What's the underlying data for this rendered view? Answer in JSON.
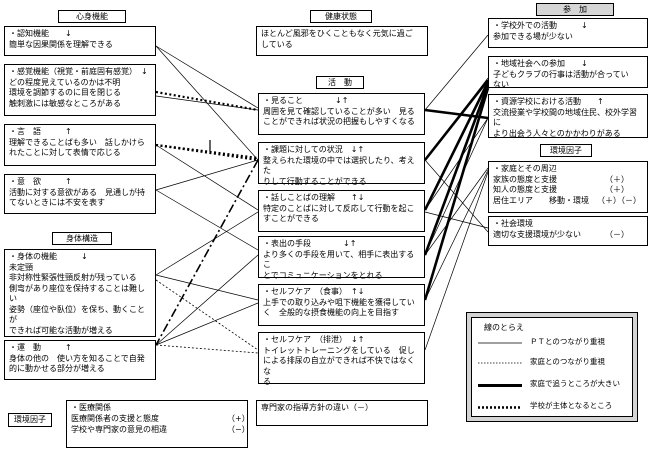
{
  "headers": {
    "mind_body": "心身機能",
    "health": "健康状態",
    "activity": "活　動",
    "participation": "参　加",
    "body_structure": "身体構造",
    "env_factor_right": "環境因子",
    "env_factor_bottom": "環境因子"
  },
  "mind_body_boxes": [
    "・認知機能　　↓\n簡単な因果関係を理解できる",
    "・感覚機能（視覚・前庭固有感覚）　↓\nどの程度見えているのかは不明\n環境を調節するのに目を閉じる\n触刺激には敏感なところがある",
    "・言　語　　　↑\n理解できることばも多い　話しかけら\nれたことに対して表情で応じる",
    "・意　欲　　　↑\n活動に対する意欲がある　見通しが持\nてないときには不安を表す"
  ],
  "body_structure_boxes": [
    "・身体の機能　　　↓\n未定頸\n非対称性緊張性頸反射が残っている\n側弯があり座位を保持することは難し\nい\n姿勢（座位や臥位）を保ち、動くことが\nできれば可能な活動が増える",
    "・運　動　　　↑\n身体の他の　使い方を知ることで自発\n的に動かせる部分が増える"
  ],
  "health_box": "ほとんど風邪をひくこともなく元気に過ご\nしている",
  "activity_boxes": [
    "・見ること　　　　↓↑\n周囲を見て確認していることが多い　見る\nことができれば状況の把握もしやすくなる",
    "・課題に対しての状況　↓↑\n整えられた環境の中では選択したり、考えた\nりして行動することができる",
    "・話しことばの理解　　↑↓\n特定のことばに対して反応して行動を起こ\nすことができる",
    "・表出の手段　　　　↓↑\nより多くの手段を用いて、相手に表出するこ\nとでコミュニケーションをとれる",
    "・セルフケア　（食事）　↑↓\n上手での取り込みや咀下機能を獲得してい\nく　全般的な摂食機能の向上を目指す",
    "・セルフケア　（排泄）　↓↑\nトイレットトレーニングをしている　促し\nによる排尿の自立ができれば不快ではなくな\nる"
  ],
  "participation_boxes": [
    "・学校外での活動　　　↓\n参加できる場が少ない",
    "・地域社会への参加　　↓\n子どもクラブの行事は活動が合ってい\nない",
    "・資源学校における活動　　↑\n交流授業や学校間の地域住民、校外学習に\nより出会う人々とのかかわりがある"
  ],
  "env_right_boxes": [
    {
      "title": "・家庭とその周辺",
      "rows": [
        {
          "label": "家族の態度と支援",
          "value": "（＋）"
        },
        {
          "label": "知人の態度と支援",
          "value": "（＋）"
        },
        {
          "label": "居住エリア　　移動・環境",
          "value": "（＋）（－）"
        }
      ]
    },
    {
      "title": "・社会環境",
      "rows": [
        {
          "label": "適切な支援環境が少ない",
          "value": "（－）"
        }
      ]
    }
  ],
  "env_bottom_box": {
    "title": "・医療関係",
    "rows": [
      {
        "label": "医療関係者の支援と態度",
        "value": "（+）"
      },
      {
        "label": "学校や専門家の意見の相違",
        "value": "（−）"
      }
    ]
  },
  "expert_box": "専門家の指導方針の違い（－）",
  "legend": {
    "title": "線のとらえ",
    "items": [
      {
        "style": "thin-solid",
        "label": "ＰＴとのつながり重視"
      },
      {
        "style": "thin-dotted",
        "label": "家庭とのつながり重視"
      },
      {
        "style": "thick-solid",
        "label": "家庭で追うところが大きい"
      },
      {
        "style": "thick-dotted",
        "label": "学校が主体となるところ"
      }
    ]
  }
}
